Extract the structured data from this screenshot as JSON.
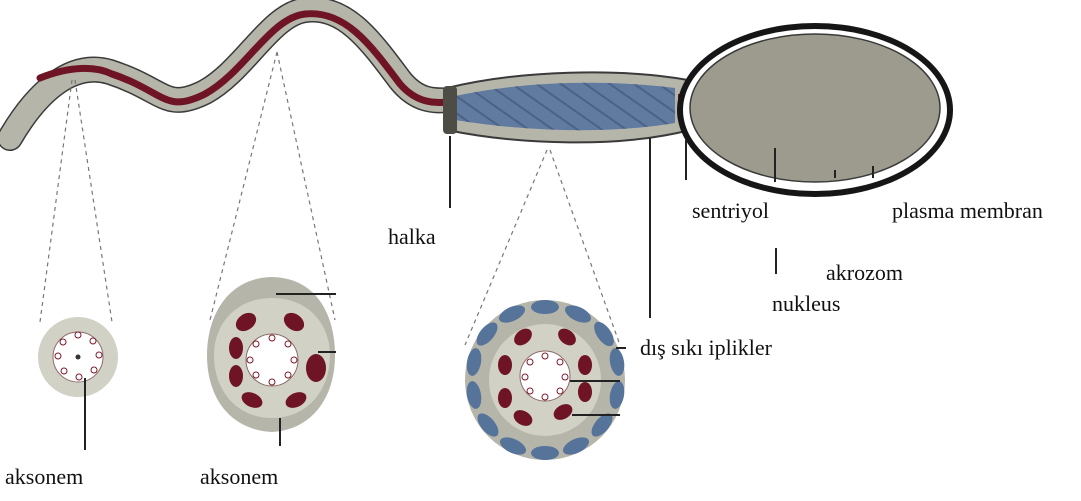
{
  "labels": {
    "halka": "halka",
    "sentriyol": "sentriyol",
    "plasma_membran": "plasma membran",
    "akrozom": "akrozom",
    "nukleus": "nukleus",
    "dis_siki_iplikler": "dış sıkı iplikler",
    "aksonem_1": "aksonem",
    "aksonem_2": "aksonem"
  },
  "colors": {
    "sheath_gray": "#a9a89b",
    "light_gray": "#d2d1c6",
    "dark_red": "#6e1424",
    "blue": "#56739a",
    "outline": "#3a3a3a",
    "head_fill": "#9c9b8d"
  }
}
